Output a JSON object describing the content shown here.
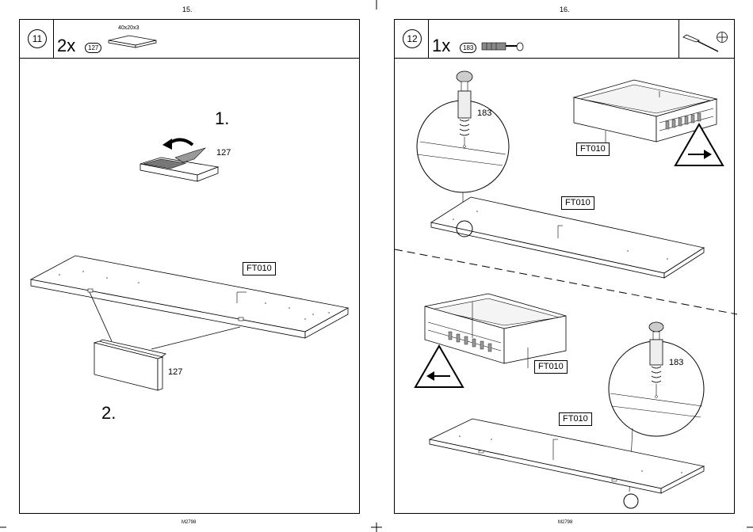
{
  "pages": {
    "left_page_number": "15.",
    "right_page_number": "16.",
    "left_footer": "M2798",
    "right_footer": "M2798"
  },
  "step11": {
    "step_number": "11",
    "quantity": "2x",
    "part_id": "127",
    "part_dimensions": "40x20x3",
    "substep1_label": "1.",
    "substep1_part_label": "127",
    "board_label": "FT010",
    "substep2_label": "2.",
    "substep2_part_label": "127"
  },
  "step12": {
    "step_number": "12",
    "quantity": "1x",
    "part_id": "183",
    "top_zoom_part_label": "183",
    "top_drawer_label": "FT010",
    "top_board_label": "FT010",
    "bottom_drawer_label": "FT010",
    "bottom_zoom_part_label": "183",
    "bottom_board_label": "FT010"
  },
  "icons": [
    "screwdriver-icon",
    "phillips-head-icon",
    "warning-arrow-right-icon",
    "warning-arrow-left-icon",
    "cam-bolt-icon"
  ]
}
